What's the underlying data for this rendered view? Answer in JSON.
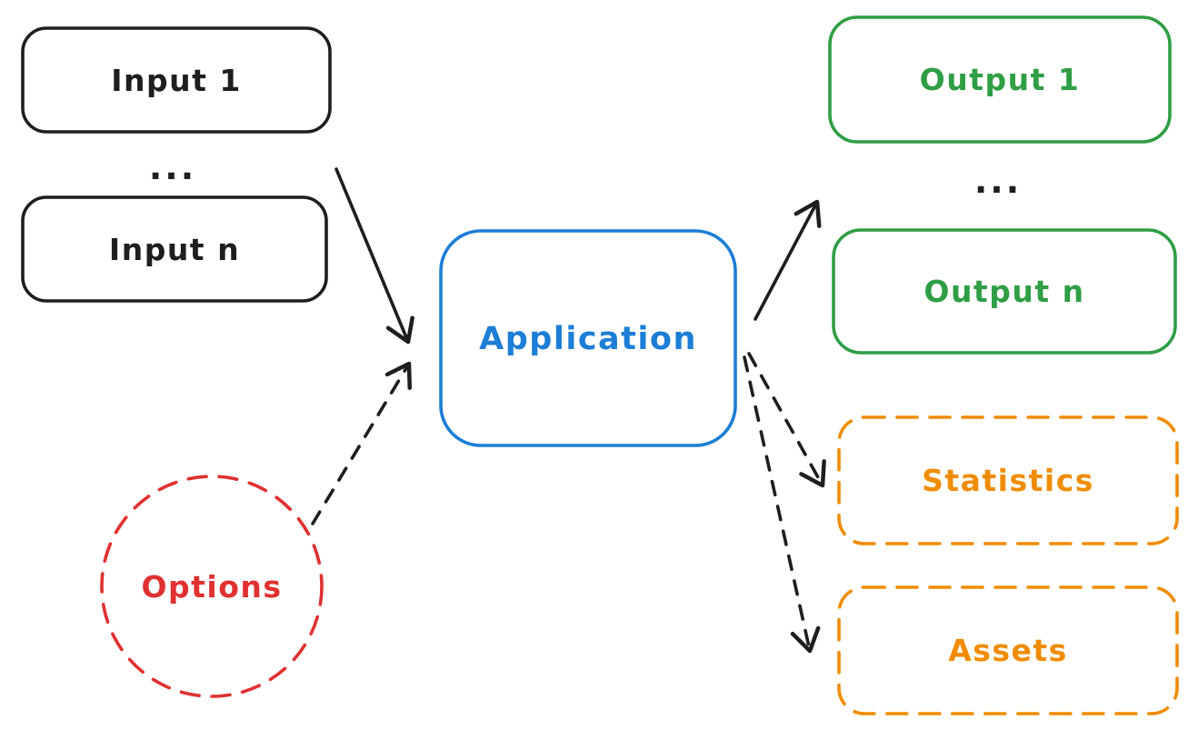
{
  "diagram": {
    "type": "flow-diagram",
    "background": "#ffffff",
    "nodes": {
      "input1": {
        "label": "Input 1",
        "shape": "rounded-rect",
        "stroke_style": "solid",
        "color_key": "black"
      },
      "input_dots": {
        "label": "...",
        "shape": "text",
        "color_key": "black"
      },
      "input_n": {
        "label": "Input n",
        "shape": "rounded-rect",
        "stroke_style": "solid",
        "color_key": "black"
      },
      "application": {
        "label": "Application",
        "shape": "rounded-rect",
        "stroke_style": "solid",
        "color_key": "blue"
      },
      "output1": {
        "label": "Output 1",
        "shape": "rounded-rect",
        "stroke_style": "solid",
        "color_key": "green"
      },
      "output_dots": {
        "label": "...",
        "shape": "text",
        "color_key": "black"
      },
      "output_n": {
        "label": "Output n",
        "shape": "rounded-rect",
        "stroke_style": "solid",
        "color_key": "green"
      },
      "statistics": {
        "label": "Statistics",
        "shape": "rounded-rect",
        "stroke_style": "dashed",
        "color_key": "orange"
      },
      "assets": {
        "label": "Assets",
        "shape": "rounded-rect",
        "stroke_style": "dashed",
        "color_key": "orange"
      },
      "options": {
        "label": "Options",
        "shape": "circle",
        "stroke_style": "dashed",
        "color_key": "red"
      }
    },
    "edges": [
      {
        "from": "inputs",
        "to": "application",
        "style": "solid",
        "color_key": "black"
      },
      {
        "from": "options",
        "to": "application",
        "style": "dashed",
        "color_key": "black"
      },
      {
        "from": "application",
        "to": "outputs",
        "style": "solid",
        "color_key": "black"
      },
      {
        "from": "application",
        "to": "statistics",
        "style": "dashed",
        "color_key": "black"
      },
      {
        "from": "application",
        "to": "assets",
        "style": "dashed",
        "color_key": "black"
      }
    ]
  },
  "colors": {
    "black": "#1e1e1e",
    "blue": "#1c7ed6",
    "green": "#2f9e44",
    "orange": "#f08c00",
    "red": "#e03131"
  }
}
